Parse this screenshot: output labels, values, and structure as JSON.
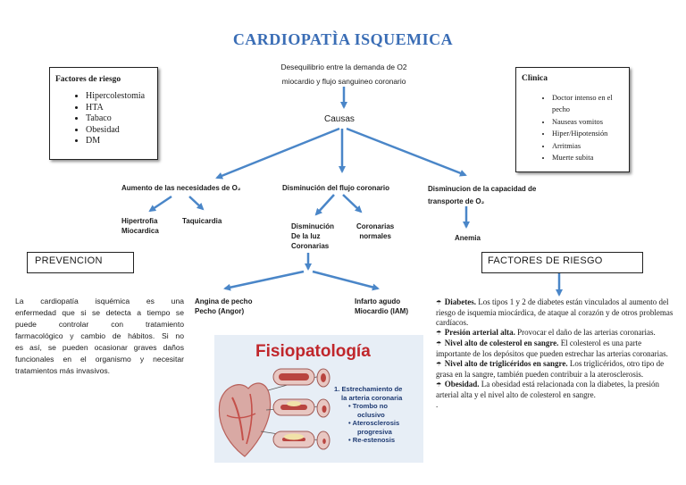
{
  "title": "CARDIOPATÌA ISQUEMICA",
  "definition": {
    "line1": "Desequilibrio entre la demanda de O2",
    "line2": "miocardio y flujo sanguineo coronario"
  },
  "causas": "Causas",
  "risk_box": {
    "heading": "Factores de riesgo",
    "items": [
      "Hipercolestomia",
      "HTA",
      "Tabaco",
      "Obesidad",
      "DM"
    ]
  },
  "clinic_box": {
    "heading": "Clìnica",
    "items": [
      "Doctor intenso en el pecho",
      "Nauseas vomitos",
      "Hiper/Hipotensión",
      "Arritmias",
      "Muerte subita"
    ]
  },
  "branches": {
    "left": "Aumento de las necesidades de O₂",
    "middle": "Disminución del flujo coronario",
    "right_line1": "Disminucion de la capacidad de",
    "right_line2": "transporte de O₂"
  },
  "sub": {
    "hipertrofia_1": "Hipertrofia",
    "hipertrofia_2": "Miocardica",
    "taquicardia": "Taquicardia",
    "dism_1": "Disminución",
    "dism_2": "De la luz",
    "dism_3": "Coronarias",
    "coron_1": "Coronarias",
    "coron_2": "normales",
    "anemia": "Anemia",
    "angina_1": "Angina de pecho",
    "angina_2": "Pecho (Angor)",
    "infarto_1": "Infarto agudo",
    "infarto_2": "Miocardio (IAM)"
  },
  "prevencion": {
    "heading": "PREVENCION",
    "lines": [
      "La cardiopatía isquémica es una",
      "enfermedad que si se detecta a tiempo se",
      "puede controlar con tratamiento",
      "farmacológico y cambio de hábitos. Si no",
      "es así, se pueden ocasionar graves daños",
      "funcionales en el organismo y necesitar",
      "tratamientos más invasivos."
    ]
  },
  "factores": {
    "heading": "FACTORES DE RIESGO",
    "items": [
      {
        "bold": "Diabetes.",
        "text": " Los tipos 1 y 2 de diabetes están vinculados al aumento del riesgo de isquemia miocárdica, de ataque al corazón y de otros problemas cardíacos."
      },
      {
        "bold": "Presión arterial alta.",
        "text": " Provocar el daño de las arterias coronarias."
      },
      {
        "bold": "Nivel alto de colesterol en sangre.",
        "text": " El colesterol es una parte importante de los depósitos que pueden estrechar las arterias coronarias."
      },
      {
        "bold": "Nivel alto de triglicéridos en sangre.",
        "text": " Los triglicéridos, otro tipo de grasa en la sangre, también pueden contribuir a la aterosclerosis."
      },
      {
        "bold": "Obesidad.",
        "text": " La obesidad está relacionada con la diabetes, la presión arterial alta y el nivel alto de colesterol en sangre."
      }
    ],
    "trailing": "."
  },
  "figure": {
    "title": "Fisiopatología",
    "item1_a": "1. Estrechamiento de",
    "item1_b": "la arteria coronaria",
    "b1_a": "• Trombo no",
    "b1_b": "oclusivo",
    "b2_a": "• Aterosclerosis",
    "b2_b": "progresiva",
    "b3": "• Re-estenosis"
  },
  "colors": {
    "title": "#3a6db5",
    "arrow": "#4a86c8",
    "figure_title": "#c0262b",
    "figure_bg": "#e7eef6",
    "figure_item": "#1f3b73"
  }
}
